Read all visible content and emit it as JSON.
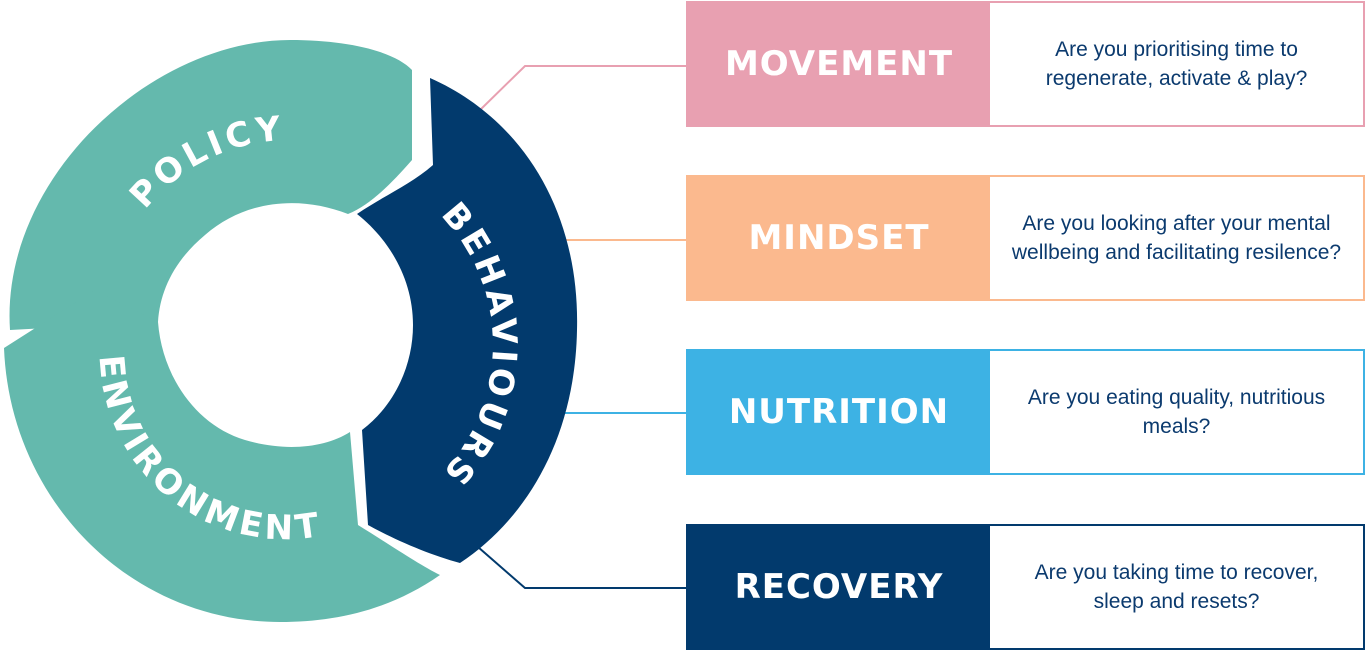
{
  "cycle": {
    "segments": [
      {
        "label": "POLICY",
        "color": "#64b9ad"
      },
      {
        "label": "BEHAVIOURS",
        "color": "#023a6d"
      },
      {
        "label": "ENVIRONMENT",
        "color": "#64b9ad"
      }
    ]
  },
  "pillars": [
    {
      "title": "MOVEMENT",
      "question": "Are you prioritising time to regenerate, activate & play?",
      "color": "#e8a0b1"
    },
    {
      "title": "MINDSET",
      "question": "Are you looking after your mental wellbeing and facilitating resilence?",
      "color": "#fbb98e"
    },
    {
      "title": "NUTRITION",
      "question": "Are you eating quality, nutritious meals?",
      "color": "#3db2e4"
    },
    {
      "title": "RECOVERY",
      "question": "Are you taking time to recover, sleep and resets?",
      "color": "#023a6d"
    }
  ]
}
